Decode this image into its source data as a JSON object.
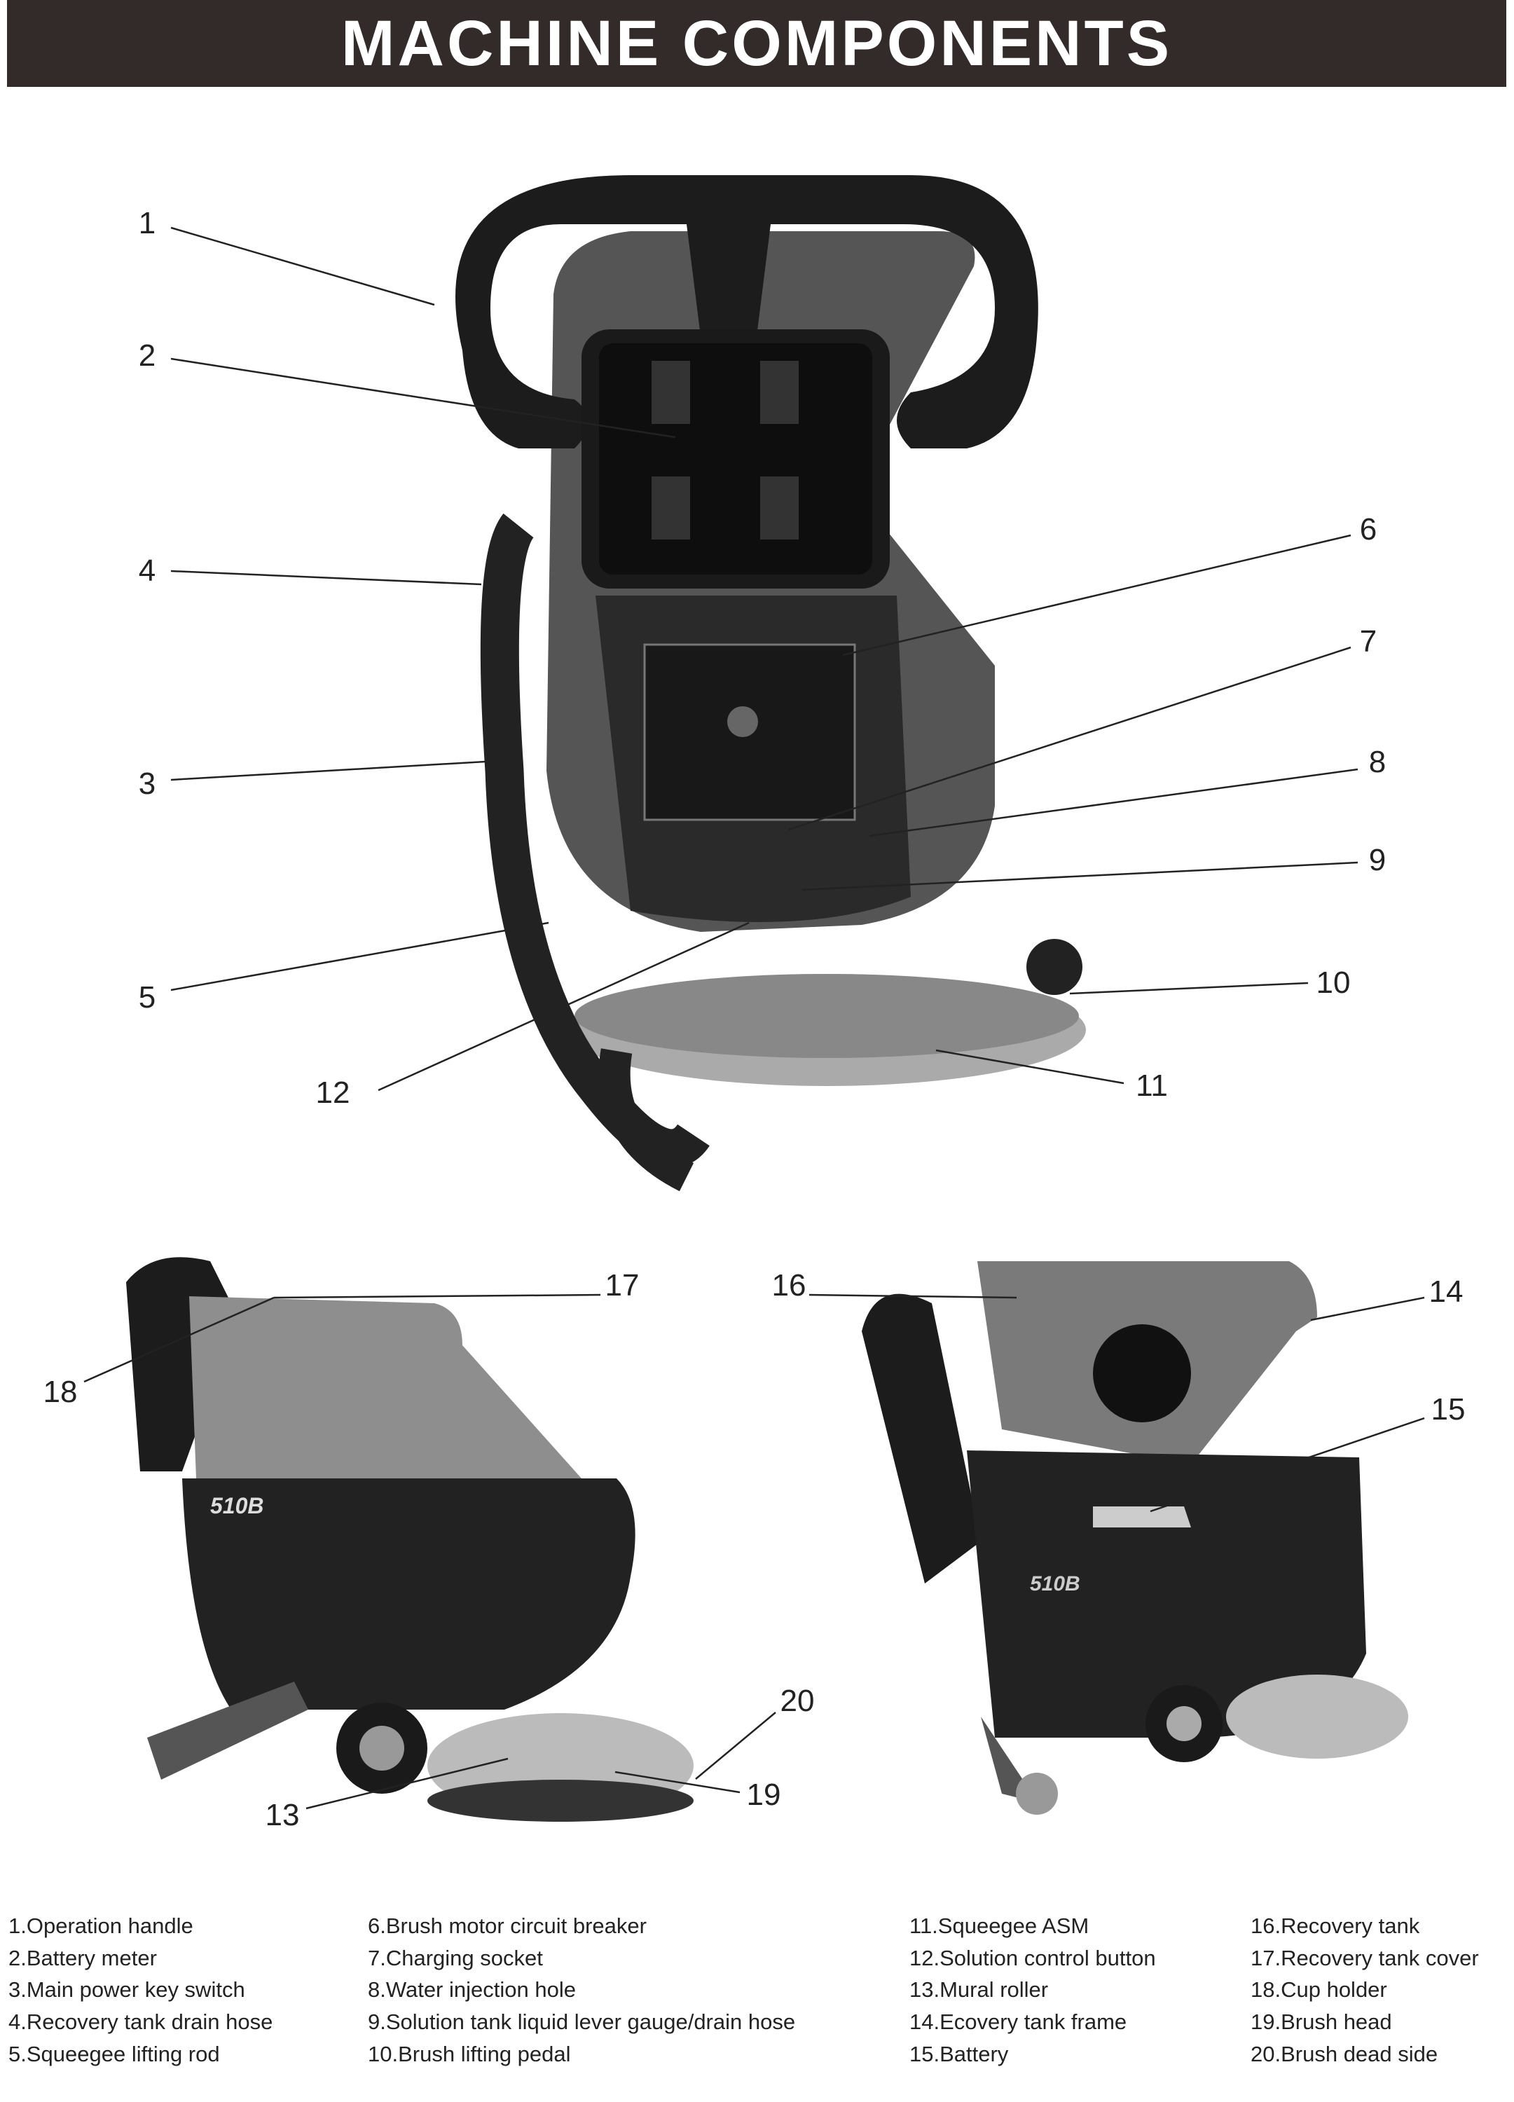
{
  "title": "MACHINE COMPONENTS",
  "callouts": [
    "1",
    "2",
    "3",
    "4",
    "5",
    "6",
    "7",
    "8",
    "9",
    "10",
    "11",
    "12",
    "13",
    "14",
    "15",
    "16",
    "17",
    "18",
    "19",
    "20"
  ],
  "model_badge": "510B",
  "legend": [
    "1.Operation handle",
    "2.Battery meter",
    "3.Main power key switch",
    "4.Recovery tank drain hose",
    "5.Squeegee lifting rod",
    "6.Brush motor circuit breaker",
    "7.Charging socket",
    "8.Water injection hole",
    "9.Solution tank liquid lever gauge/drain hose",
    "10.Brush lifting pedal",
    "11.Squeegee ASM",
    "12.Solution control button",
    "13.Mural roller",
    "14.Ecovery tank frame",
    "15.Battery",
    "16.Recovery tank",
    "17.Recovery tank cover",
    "18.Cup holder",
    "19.Brush head",
    "20.Brush dead side"
  ],
  "colors": {
    "header_bg": "#322b29",
    "header_text": "#ffffff"
  }
}
